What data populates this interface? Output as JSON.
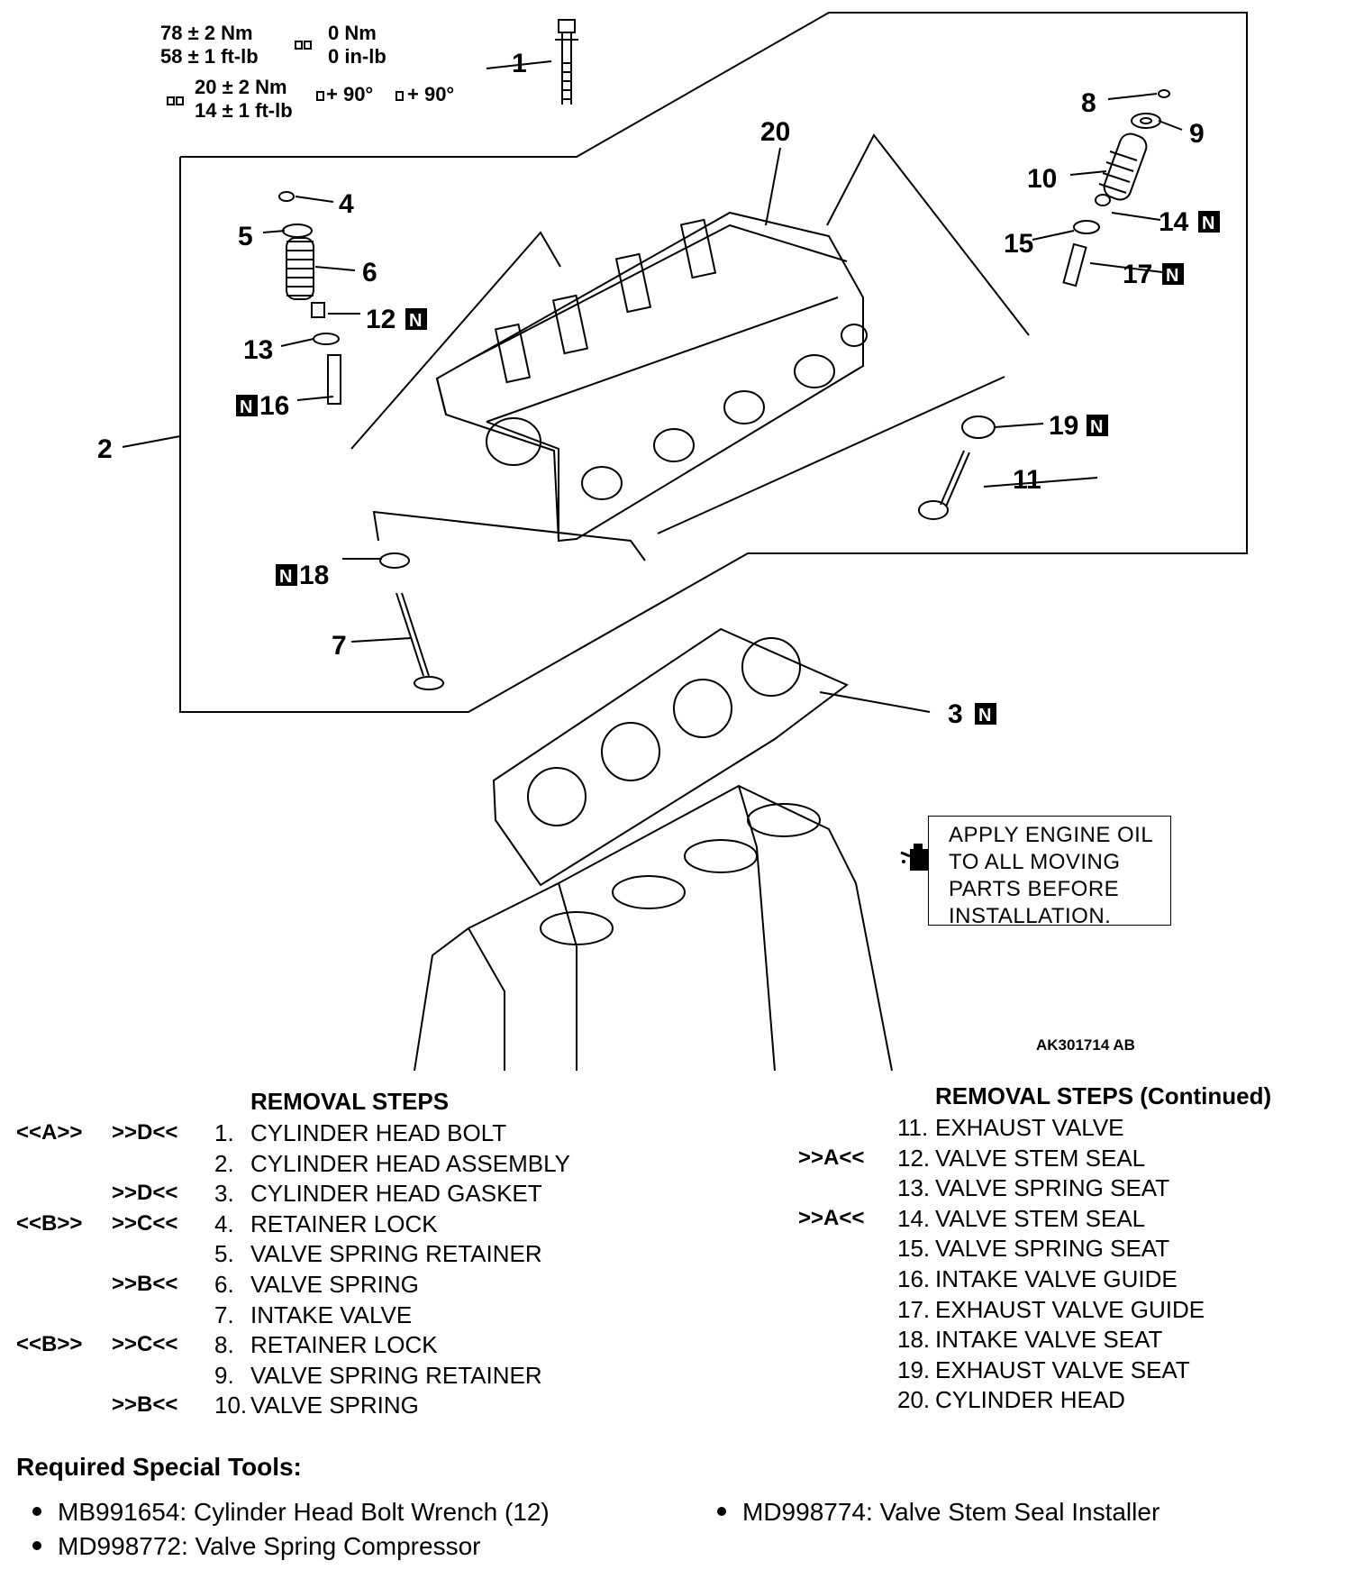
{
  "callouts": {
    "p1": "1",
    "p2": "2",
    "p3": "3",
    "p4": "4",
    "p5": "5",
    "p6": "6",
    "p7": "7",
    "p8": "8",
    "p9": "9",
    "p10": "10",
    "p11": "11",
    "p12": "12",
    "p13": "13",
    "p14": "14",
    "p15": "15",
    "p16": "16",
    "p17": "17",
    "p18": "18",
    "p19": "19",
    "p20": "20",
    "new_mark": "N"
  },
  "torque": {
    "a1": "78 ± 2 Nm",
    "a2": "58 ± 1 ft-lb",
    "b1": "0 Nm",
    "b2": "0 in-lb",
    "c1": "20 ± 2 Nm",
    "c2": "14 ± 1 ft-lb",
    "turn1": "+ 90°",
    "turn2": "+ 90°"
  },
  "note": {
    "lines": [
      "APPLY ENGINE OIL",
      "TO ALL MOVING",
      "PARTS BEFORE",
      "INSTALLATION."
    ],
    "icon": "oil-can-icon"
  },
  "figure_id": "AK301714 AB",
  "removal_left": {
    "title": "REMOVAL STEPS",
    "rows": [
      {
        "m1": "<<A>>",
        "m2": ">>D<<",
        "num": "1.",
        "text": "CYLINDER HEAD BOLT"
      },
      {
        "m1": "",
        "m2": "",
        "num": "2.",
        "text": "CYLINDER HEAD ASSEMBLY"
      },
      {
        "m1": "",
        "m2": ">>D<<",
        "num": "3.",
        "text": "CYLINDER HEAD GASKET"
      },
      {
        "m1": "<<B>>",
        "m2": ">>C<<",
        "num": "4.",
        "text": "RETAINER LOCK"
      },
      {
        "m1": "",
        "m2": "",
        "num": "5.",
        "text": "VALVE SPRING RETAINER"
      },
      {
        "m1": "",
        "m2": ">>B<<",
        "num": "6.",
        "text": "VALVE SPRING"
      },
      {
        "m1": "",
        "m2": "",
        "num": "7.",
        "text": "INTAKE VALVE"
      },
      {
        "m1": "<<B>>",
        "m2": ">>C<<",
        "num": "8.",
        "text": "RETAINER LOCK"
      },
      {
        "m1": "",
        "m2": "",
        "num": "9.",
        "text": "VALVE SPRING RETAINER"
      },
      {
        "m1": "",
        "m2": ">>B<<",
        "num": "10.",
        "text": "VALVE SPRING"
      }
    ]
  },
  "removal_right": {
    "title": "REMOVAL STEPS (Continued)",
    "rows": [
      {
        "m2": "",
        "num": "11.",
        "text": "EXHAUST VALVE"
      },
      {
        "m2": ">>A<<",
        "num": "12.",
        "text": "VALVE STEM SEAL"
      },
      {
        "m2": "",
        "num": "13.",
        "text": "VALVE SPRING SEAT"
      },
      {
        "m2": ">>A<<",
        "num": "14.",
        "text": "VALVE STEM SEAL"
      },
      {
        "m2": "",
        "num": "15.",
        "text": "VALVE SPRING SEAT"
      },
      {
        "m2": "",
        "num": "16.",
        "text": "INTAKE VALVE GUIDE"
      },
      {
        "m2": "",
        "num": "17.",
        "text": "EXHAUST VALVE GUIDE"
      },
      {
        "m2": "",
        "num": "18.",
        "text": "INTAKE VALVE SEAT"
      },
      {
        "m2": "",
        "num": "19.",
        "text": "EXHAUST VALVE SEAT"
      },
      {
        "m2": "",
        "num": "20.",
        "text": "CYLINDER HEAD"
      }
    ]
  },
  "tools": {
    "title": "Required Special Tools:",
    "items": [
      "MB991654: Cylinder Head Bolt Wrench (12)",
      "MD998772: Valve Spring Compressor",
      "MD998774: Valve Stem Seal Installer"
    ]
  }
}
